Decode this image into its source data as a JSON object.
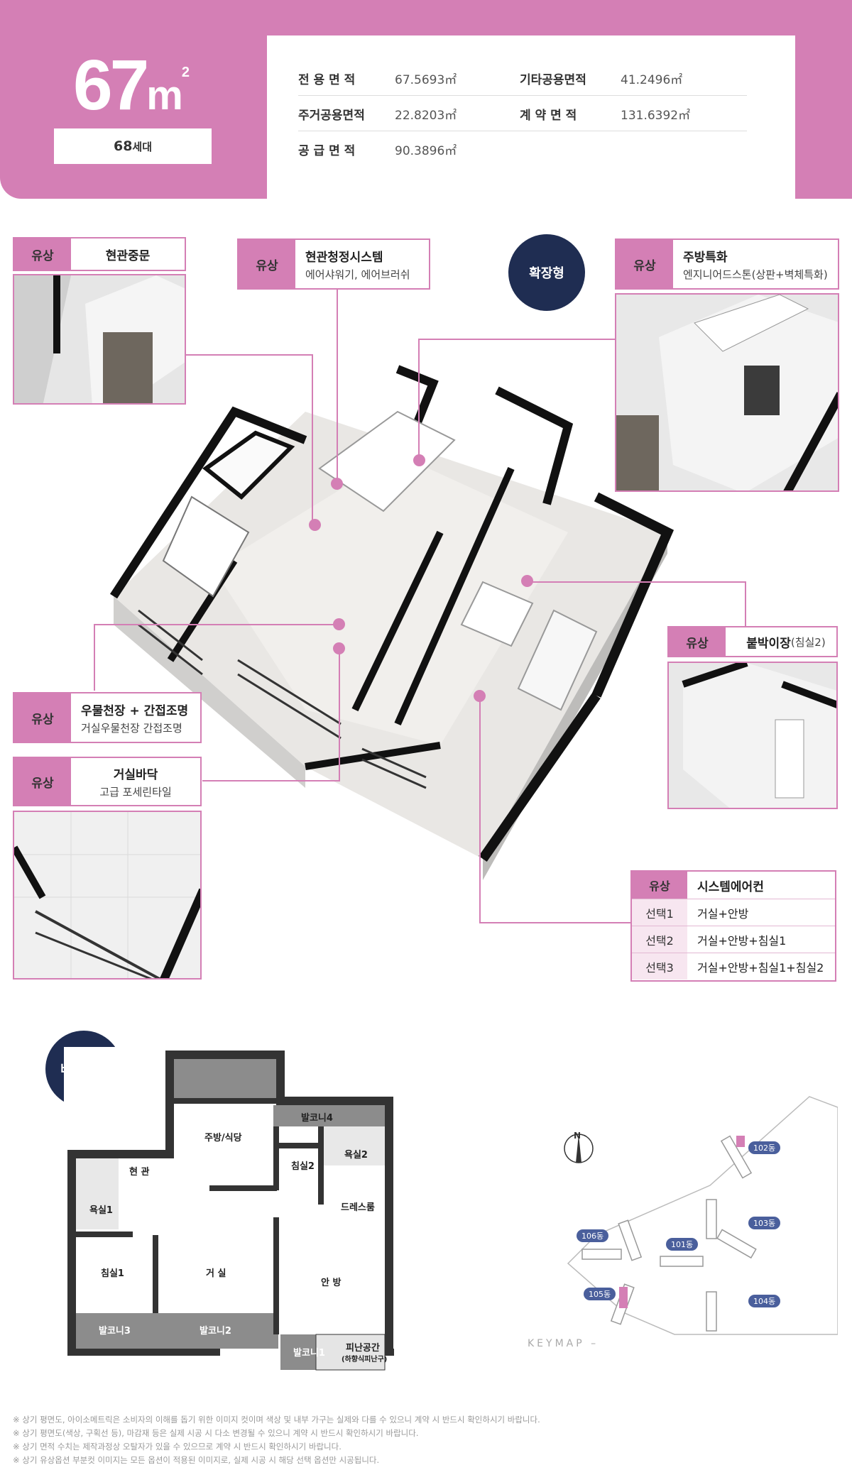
{
  "header": {
    "size_number": "67",
    "size_unit": "m",
    "size_unit_sup": "2",
    "units_count": "68",
    "units_suffix": "세대",
    "areas": [
      {
        "label": "전 용 면 적",
        "value": "67.5693㎡",
        "label2": "기타공용면적",
        "value2": "41.2496㎡"
      },
      {
        "label": "주거공용면적",
        "value": "22.8203㎡",
        "label2": "계 약 면 적",
        "value2": "131.6392㎡"
      },
      {
        "label": "공 급 면 적",
        "value": "90.3896㎡",
        "label2": "",
        "value2": ""
      }
    ]
  },
  "badges": {
    "expanded": "확장형",
    "non_expanded": "비확장형"
  },
  "options": {
    "paid_label": "유상",
    "entrance_door": {
      "title": "현관중문"
    },
    "entrance_clean": {
      "title": "현관청정시스템",
      "sub": "에어샤워기, 에어브러쉬"
    },
    "kitchen": {
      "title": "주방특화",
      "sub": "엔지니어드스톤(상판+벽체특화)"
    },
    "closet": {
      "title": "붙박이장",
      "sub": "(침실2)"
    },
    "ceiling": {
      "title": "우물천장 + 간접조명",
      "sub": "거실우물천장 간접조명"
    },
    "floor": {
      "title": "거실바닥",
      "sub": "고급 포세린타일"
    }
  },
  "aircon": {
    "head_label": "유상",
    "head_title": "시스템에어컨",
    "rows": [
      {
        "opt": "선택1",
        "desc": "거실+안방"
      },
      {
        "opt": "선택2",
        "desc": "거실+안방+침실1"
      },
      {
        "opt": "선택3",
        "desc": "거실+안방+침실1+침실2"
      }
    ]
  },
  "floorplan": {
    "rooms": {
      "kitchen": "주방/식당",
      "balcony4": "발코니4",
      "entrance": "현 관",
      "bed2": "침실2",
      "bath2": "욕실2",
      "bath1": "욕실1",
      "dress": "드레스룸",
      "bed1": "침실1",
      "living": "거 실",
      "master": "안 방",
      "balcony3": "발코니3",
      "balcony2": "발코니2",
      "balcony1": "발코니1",
      "refuge": "피난공간",
      "refuge_sub": "(하향식피난구)"
    }
  },
  "keymap": {
    "north": "N",
    "label": "KEYMAP",
    "buildings": [
      "102동",
      "103동",
      "106동",
      "101동",
      "105동",
      "104동"
    ]
  },
  "notes": [
    "※ 상기 평면도, 아이소메트릭은 소비자의 이해를 돕기 위한 이미지 컷이며 색상 및 내부 가구는 실제와 다를 수 있으니 계약 시 반드시 확인하시기 바랍니다.",
    "※ 상기 평면도(색상, 구획선 등), 마감재 등은 실제 시공 시 다소 변경될 수 있으니 계약 시 반드시 확인하시기 바랍니다.",
    "※ 상기 면적 수치는 제작과정상 오탈자가 있을 수 있으므로 계약 시 반드시 확인하시기 바랍니다.",
    "※ 상기 유상옵션 부분컷 이미지는 모든 옵션이 적용된 이미지로, 실제 시공 시 해당 선택 옵션만 시공됩니다."
  ],
  "colors": {
    "accent": "#d47fb5",
    "navy": "#1f2d52",
    "building": "#4a5f9c"
  }
}
